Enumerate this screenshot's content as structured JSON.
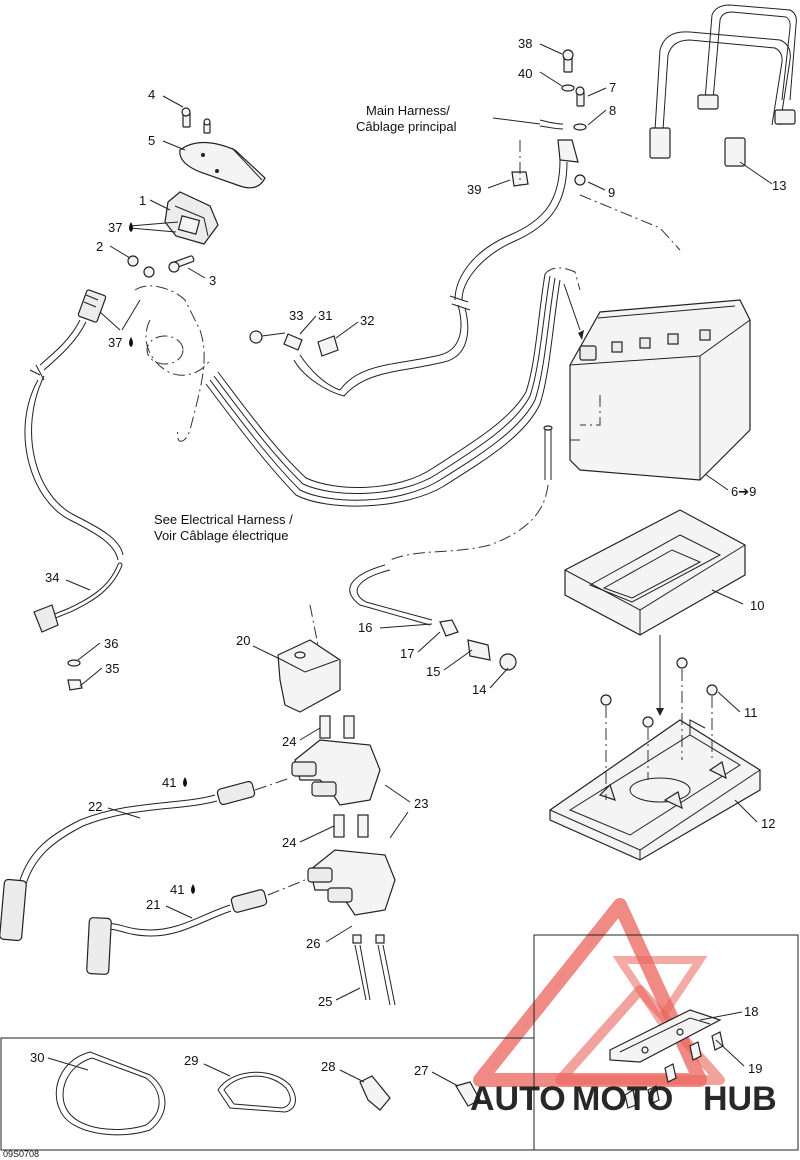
{
  "diagram_code": "09S0708",
  "captions": {
    "main_harness_line1": "Main Harness/",
    "main_harness_line2": "Câblage principal",
    "see_harness_line1": "See Electrical Harness /",
    "see_harness_line2": "Voir Câblage électrique"
  },
  "watermark": {
    "part1": "AUTO",
    "part2": "MOTO",
    "part3": "HUB",
    "color_red": "#e8534a",
    "color_orange": "#f4a23a",
    "color_gray": "#5a5a5a"
  },
  "callouts": [
    {
      "id": "c1",
      "text": "1"
    },
    {
      "id": "c2",
      "text": "2"
    },
    {
      "id": "c3",
      "text": "3"
    },
    {
      "id": "c4",
      "text": "4"
    },
    {
      "id": "c5",
      "text": "5"
    },
    {
      "id": "c6",
      "text": "6➔9"
    },
    {
      "id": "c7",
      "text": "7"
    },
    {
      "id": "c8",
      "text": "8"
    },
    {
      "id": "c9",
      "text": "9"
    },
    {
      "id": "c10",
      "text": "10"
    },
    {
      "id": "c11",
      "text": "11"
    },
    {
      "id": "c12",
      "text": "12"
    },
    {
      "id": "c13",
      "text": "13"
    },
    {
      "id": "c14",
      "text": "14"
    },
    {
      "id": "c15",
      "text": "15"
    },
    {
      "id": "c16",
      "text": "16"
    },
    {
      "id": "c17",
      "text": "17"
    },
    {
      "id": "c18",
      "text": "18"
    },
    {
      "id": "c19",
      "text": "19"
    },
    {
      "id": "c20",
      "text": "20"
    },
    {
      "id": "c21",
      "text": "21"
    },
    {
      "id": "c22",
      "text": "22"
    },
    {
      "id": "c23",
      "text": "23"
    },
    {
      "id": "c24a",
      "text": "24"
    },
    {
      "id": "c24b",
      "text": "24"
    },
    {
      "id": "c25",
      "text": "25"
    },
    {
      "id": "c26",
      "text": "26"
    },
    {
      "id": "c27",
      "text": "27"
    },
    {
      "id": "c28",
      "text": "28"
    },
    {
      "id": "c29",
      "text": "29"
    },
    {
      "id": "c30",
      "text": "30"
    },
    {
      "id": "c31",
      "text": "31"
    },
    {
      "id": "c32",
      "text": "32"
    },
    {
      "id": "c33",
      "text": "33"
    },
    {
      "id": "c34",
      "text": "34"
    },
    {
      "id": "c35",
      "text": "35"
    },
    {
      "id": "c36",
      "text": "36"
    },
    {
      "id": "c37a",
      "text": "37"
    },
    {
      "id": "c37b",
      "text": "37"
    },
    {
      "id": "c38",
      "text": "38"
    },
    {
      "id": "c39",
      "text": "39"
    },
    {
      "id": "c40",
      "text": "40"
    },
    {
      "id": "c41a",
      "text": "41"
    },
    {
      "id": "c41b",
      "text": "41"
    }
  ]
}
